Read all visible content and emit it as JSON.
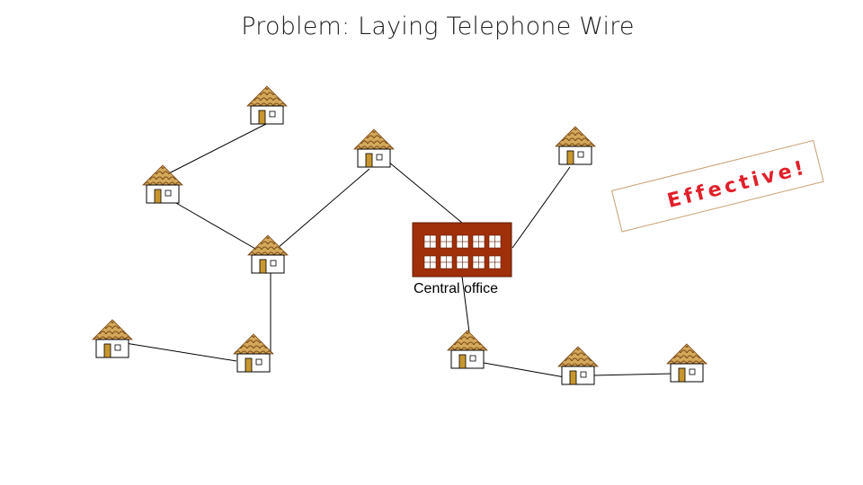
{
  "title": "Problem: Laying Telephone Wire",
  "office_label": "Central office",
  "stamp_text": "Effective!",
  "colors": {
    "roof": "#c8a050",
    "roof_pattern": "#8a5a20",
    "door": "#c89a40",
    "office_fill": "#a0300a",
    "office_window": "#ffffff",
    "wire": "#000000",
    "stamp_text": "#e0202a"
  }
}
